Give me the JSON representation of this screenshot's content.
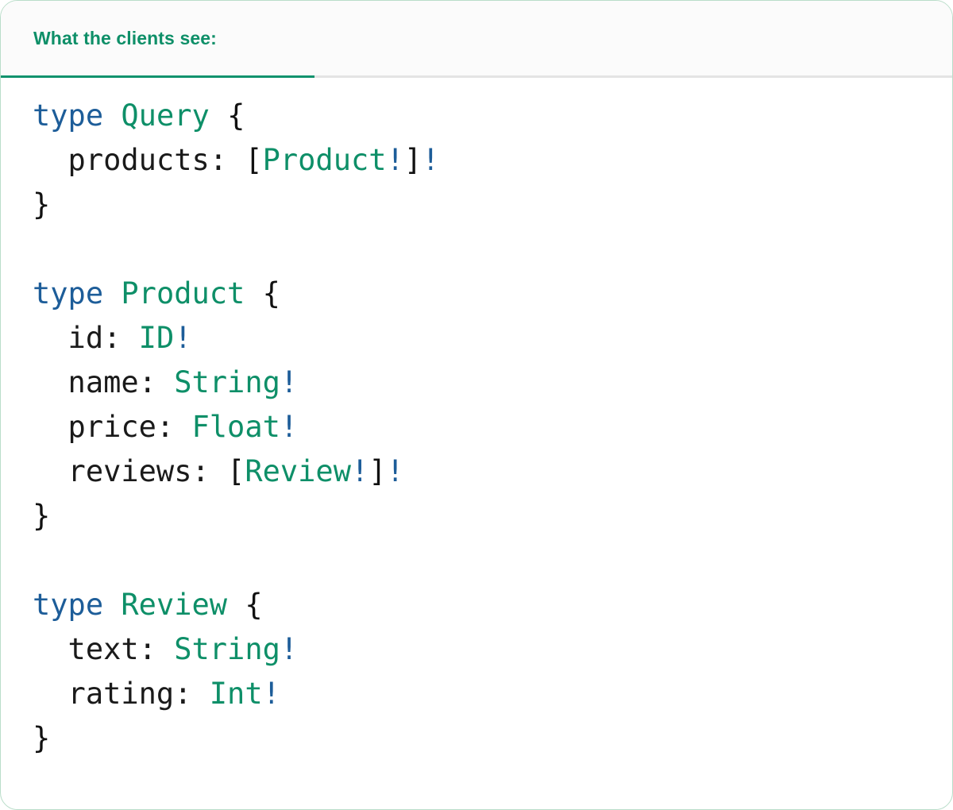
{
  "panel": {
    "border_color": "#b9ddc9",
    "background": "#ffffff"
  },
  "tabs": [
    {
      "id": "clients-see",
      "label": "What the clients see:",
      "active": true,
      "accent_color": "#10926d"
    }
  ],
  "theme": {
    "header_bg": "#fbfbfb",
    "header_text": "#0e8f68",
    "divider": "#e4e4e4",
    "keyword": "#1d5d99",
    "type_name": "#0e8f68",
    "identifier": "#1a1a1a",
    "punctuation": "#111111",
    "non_null": "#1d5d99"
  },
  "code": {
    "language": "graphql",
    "lines": [
      {
        "tokens": [
          {
            "text": "type",
            "kind": "keyword"
          },
          {
            "text": " ",
            "kind": "plain"
          },
          {
            "text": "Query",
            "kind": "type_name"
          },
          {
            "text": " ",
            "kind": "plain"
          },
          {
            "text": "{",
            "kind": "punctuation"
          }
        ]
      },
      {
        "tokens": [
          {
            "text": "  products:",
            "kind": "identifier"
          },
          {
            "text": " ",
            "kind": "plain"
          },
          {
            "text": "[",
            "kind": "punctuation"
          },
          {
            "text": "Product",
            "kind": "type_name"
          },
          {
            "text": "!",
            "kind": "non_null"
          },
          {
            "text": "]",
            "kind": "punctuation"
          },
          {
            "text": "!",
            "kind": "non_null"
          }
        ]
      },
      {
        "tokens": [
          {
            "text": "}",
            "kind": "punctuation"
          }
        ]
      },
      {
        "tokens": []
      },
      {
        "tokens": [
          {
            "text": "type",
            "kind": "keyword"
          },
          {
            "text": " ",
            "kind": "plain"
          },
          {
            "text": "Product",
            "kind": "type_name"
          },
          {
            "text": " ",
            "kind": "plain"
          },
          {
            "text": "{",
            "kind": "punctuation"
          }
        ]
      },
      {
        "tokens": [
          {
            "text": "  id:",
            "kind": "identifier"
          },
          {
            "text": " ",
            "kind": "plain"
          },
          {
            "text": "ID",
            "kind": "type_name"
          },
          {
            "text": "!",
            "kind": "non_null"
          }
        ]
      },
      {
        "tokens": [
          {
            "text": "  name:",
            "kind": "identifier"
          },
          {
            "text": " ",
            "kind": "plain"
          },
          {
            "text": "String",
            "kind": "type_name"
          },
          {
            "text": "!",
            "kind": "non_null"
          }
        ]
      },
      {
        "tokens": [
          {
            "text": "  price:",
            "kind": "identifier"
          },
          {
            "text": " ",
            "kind": "plain"
          },
          {
            "text": "Float",
            "kind": "type_name"
          },
          {
            "text": "!",
            "kind": "non_null"
          }
        ]
      },
      {
        "tokens": [
          {
            "text": "  reviews:",
            "kind": "identifier"
          },
          {
            "text": " ",
            "kind": "plain"
          },
          {
            "text": "[",
            "kind": "punctuation"
          },
          {
            "text": "Review",
            "kind": "type_name"
          },
          {
            "text": "!",
            "kind": "non_null"
          },
          {
            "text": "]",
            "kind": "punctuation"
          },
          {
            "text": "!",
            "kind": "non_null"
          }
        ]
      },
      {
        "tokens": [
          {
            "text": "}",
            "kind": "punctuation"
          }
        ]
      },
      {
        "tokens": []
      },
      {
        "tokens": [
          {
            "text": "type",
            "kind": "keyword"
          },
          {
            "text": " ",
            "kind": "plain"
          },
          {
            "text": "Review",
            "kind": "type_name"
          },
          {
            "text": " ",
            "kind": "plain"
          },
          {
            "text": "{",
            "kind": "punctuation"
          }
        ]
      },
      {
        "tokens": [
          {
            "text": "  text:",
            "kind": "identifier"
          },
          {
            "text": " ",
            "kind": "plain"
          },
          {
            "text": "String",
            "kind": "type_name"
          },
          {
            "text": "!",
            "kind": "non_null"
          }
        ]
      },
      {
        "tokens": [
          {
            "text": "  rating:",
            "kind": "identifier"
          },
          {
            "text": " ",
            "kind": "plain"
          },
          {
            "text": "Int",
            "kind": "type_name"
          },
          {
            "text": "!",
            "kind": "non_null"
          }
        ]
      },
      {
        "tokens": [
          {
            "text": "}",
            "kind": "punctuation"
          }
        ]
      }
    ]
  }
}
